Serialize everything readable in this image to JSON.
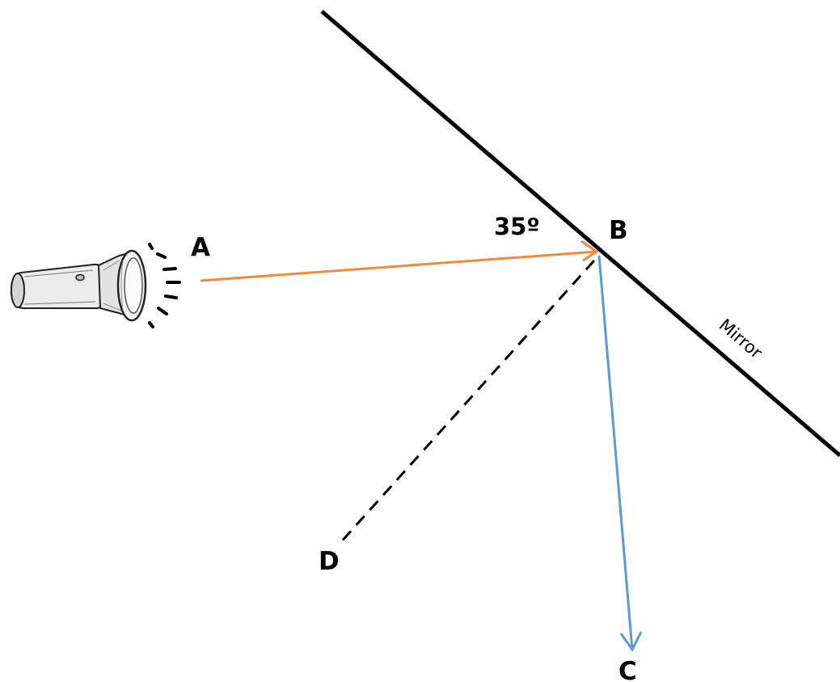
{
  "diagram": {
    "points": {
      "a": "A",
      "b": "B",
      "c": "C",
      "d": "D"
    },
    "angle_label": "35º",
    "mirror_label": "Mirror",
    "colors": {
      "incident_ray": "#f08a3c",
      "reflected_ray": "#5b9bd5",
      "mirror": "#000000",
      "normal_line": "#000000"
    },
    "icons": {
      "light_source": "flashlight-icon"
    }
  }
}
